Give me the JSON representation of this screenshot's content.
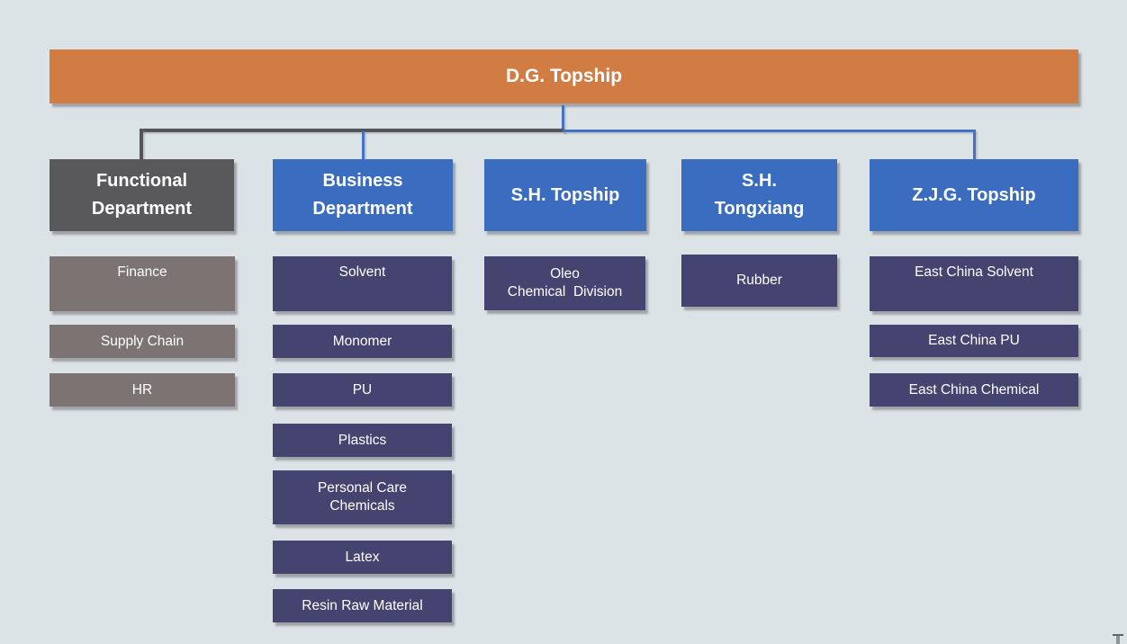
{
  "colors": {
    "background": "#dce3e7",
    "root_orange": "#d07c42",
    "branch_blue": "#3a6cbf",
    "branch_dark_gray": "#59585a",
    "leaf_navy": "#454370",
    "leaf_gray": "#7b7473",
    "connector_blue": "#4472c4",
    "connector_gray": "#54555a",
    "label_text": "#ffffff"
  },
  "root": {
    "label": "D.G. Topship"
  },
  "branches": [
    {
      "label": "Functional\nDepartment",
      "children": [
        "Finance",
        "Supply Chain",
        "HR"
      ]
    },
    {
      "label": "Business\nDepartment",
      "children": [
        "Solvent",
        "Monomer",
        "PU",
        "Plastics",
        "Personal Care\nChemicals",
        "Latex",
        "Resin Raw Material"
      ]
    },
    {
      "label": "S.H. Topship",
      "children": [
        "Oleo\nChemical  Division"
      ]
    },
    {
      "label": "S.H.\nTongxiang",
      "children": [
        "Rubber"
      ]
    },
    {
      "label": "Z.J.G. Topship",
      "children": [
        "East China Solvent",
        "East China PU",
        "East China Chemical"
      ]
    }
  ]
}
